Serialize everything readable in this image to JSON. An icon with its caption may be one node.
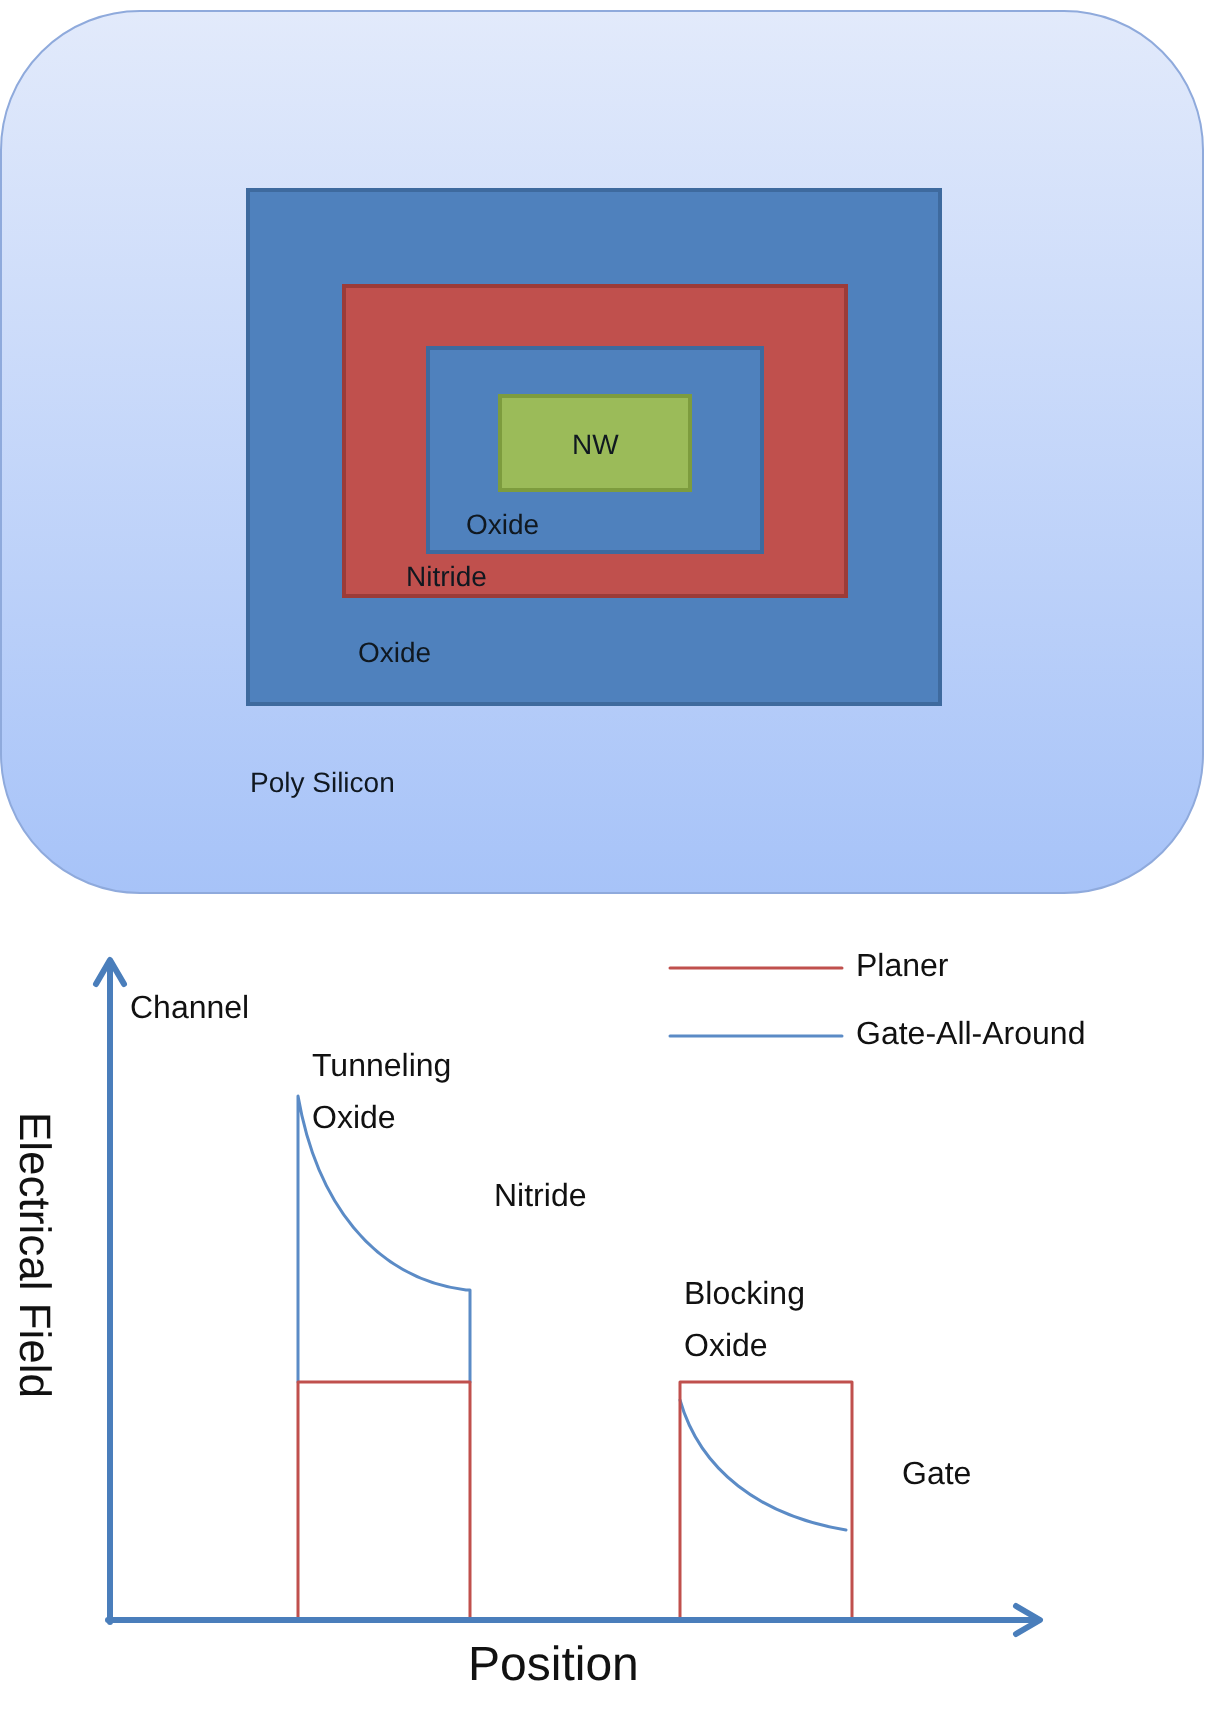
{
  "diagram": {
    "nodes": [
      {
        "text": [
          "Poly Silicon"
        ]
      },
      {
        "text": [
          "Oxide"
        ],
        "in": 0
      },
      {
        "text": [
          "Nitride"
        ],
        "in": 1
      },
      {
        "text": [
          "Oxide"
        ],
        "in": 2
      },
      {
        "text": [
          "NW"
        ],
        "in": 3
      }
    ],
    "labels": [
      "Channel",
      "Tunneling Oxide",
      "Electrical Field",
      "Nitride",
      "Blocking Oxide",
      "Gate",
      "Position"
    ],
    "legend": [
      {
        "text": "Planer"
      },
      {
        "text": "Gate-All-Around"
      }
    ]
  }
}
